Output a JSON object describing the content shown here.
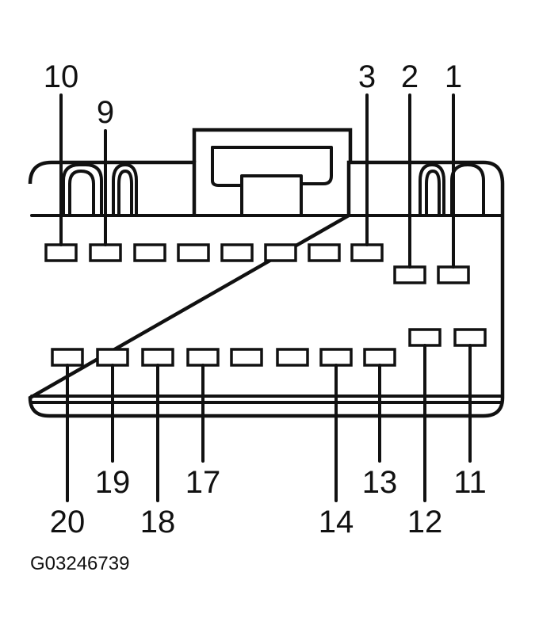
{
  "diagram": {
    "figure_id": "G03246739",
    "pin_labels": {
      "p1": "1",
      "p2": "2",
      "p3": "3",
      "p9": "9",
      "p10": "10",
      "p11": "11",
      "p12": "12",
      "p13": "13",
      "p14": "14",
      "p17": "17",
      "p18": "18",
      "p19": "19",
      "p20": "20"
    }
  }
}
